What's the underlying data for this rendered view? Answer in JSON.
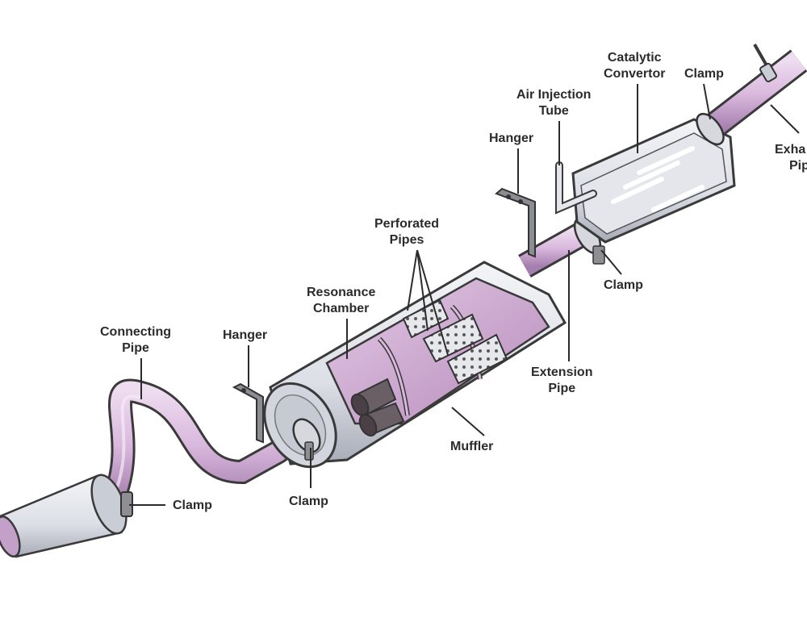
{
  "labels": {
    "catalytic_convertor": [
      "Catalytic",
      "Convertor"
    ],
    "clamp_top": "Clamp",
    "air_injection_tube": [
      "Air Injection",
      "Tube"
    ],
    "hanger_right": "Hanger",
    "exhaust_pipe": [
      "Exha",
      "Pip"
    ],
    "perforated_pipes": [
      "Perforated",
      "Pipes"
    ],
    "resonance_chamber": [
      "Resonance",
      "Chamber"
    ],
    "clamp_extension": "Clamp",
    "extension_pipe": [
      "Extension",
      "Pipe"
    ],
    "connecting_pipe": [
      "Connecting",
      "Pipe"
    ],
    "hanger_left": "Hanger",
    "muffler": "Muffler",
    "clamp_center": "Clamp",
    "clamp_bottom": "Clamp"
  },
  "colors": {
    "pipe": "#d9b8dd",
    "pipe_dark": "#a57fae",
    "metal": "#dcdfe6",
    "metal_dark": "#9da2ae",
    "interior": "#c9a3cc",
    "outline": "#3a3a3a"
  }
}
